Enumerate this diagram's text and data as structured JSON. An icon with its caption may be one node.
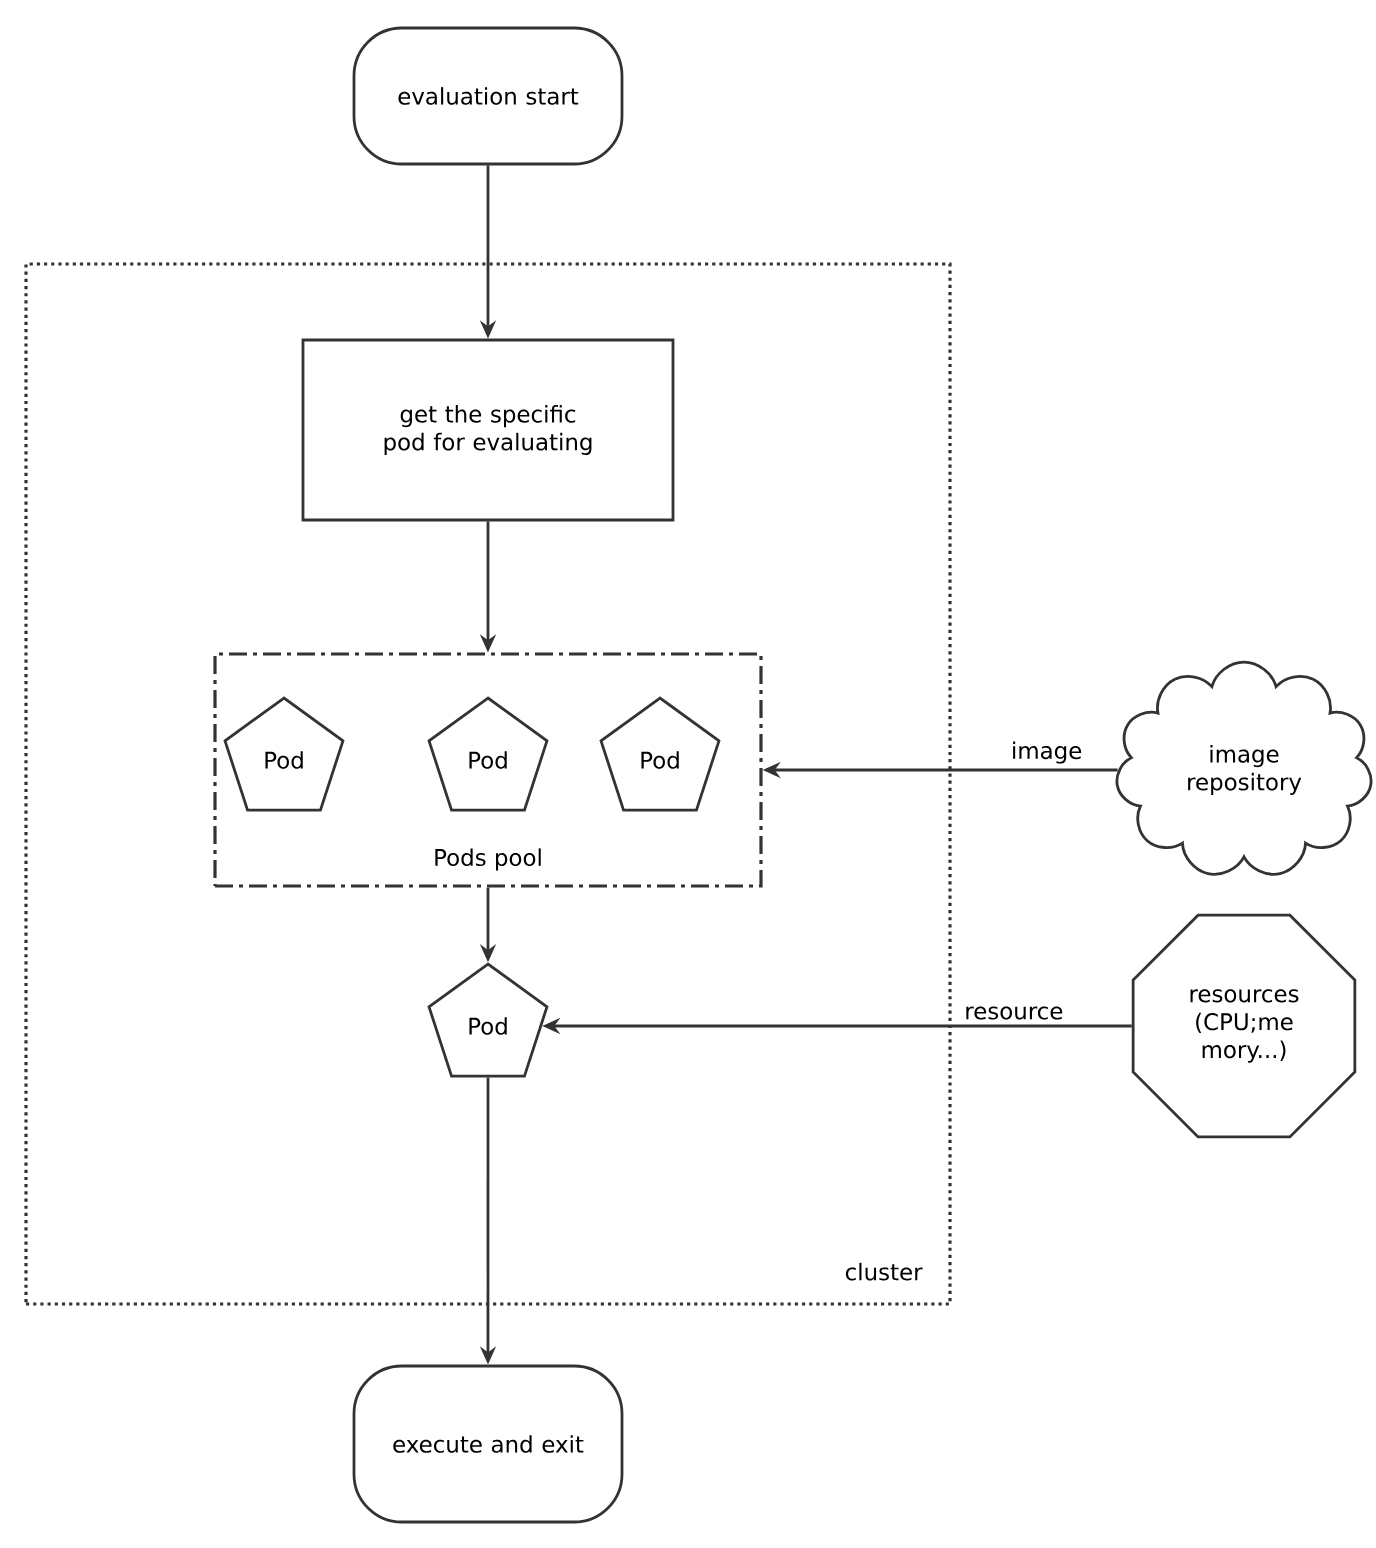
{
  "diagram": {
    "nodes": [
      {
        "text": [
          "evaluation start"
        ]
      },
      {
        "text": [
          "cluster"
        ]
      },
      {
        "text": [
          "get the specific pod for evaluating"
        ],
        "in": 1
      },
      {
        "text": [
          "Pods pool"
        ],
        "in": 1
      },
      {
        "text": [
          "Pod"
        ],
        "in": 3
      },
      {
        "text": [
          "Pod"
        ],
        "in": 3
      },
      {
        "text": [
          "Pod"
        ],
        "in": 3
      },
      {
        "text": [
          "Pod"
        ],
        "in": 1
      },
      {
        "text": [
          "image repository"
        ]
      },
      {
        "text": [
          "resources (CPU;me mory...)"
        ]
      },
      {
        "text": [
          "execute and exit"
        ]
      }
    ],
    "edges": [
      {
        "from": 0,
        "to": 2,
        "arrow": "to"
      },
      {
        "from": 2,
        "to": 3,
        "arrow": "to"
      },
      {
        "from": 3,
        "to": 7,
        "arrow": "to"
      },
      {
        "from": 7,
        "to": 10,
        "arrow": "to"
      },
      {
        "from": 8,
        "to": 3,
        "arrow": "to",
        "label": "image"
      },
      {
        "from": 9,
        "to": 7,
        "arrow": "to",
        "label": "resource"
      }
    ]
  }
}
